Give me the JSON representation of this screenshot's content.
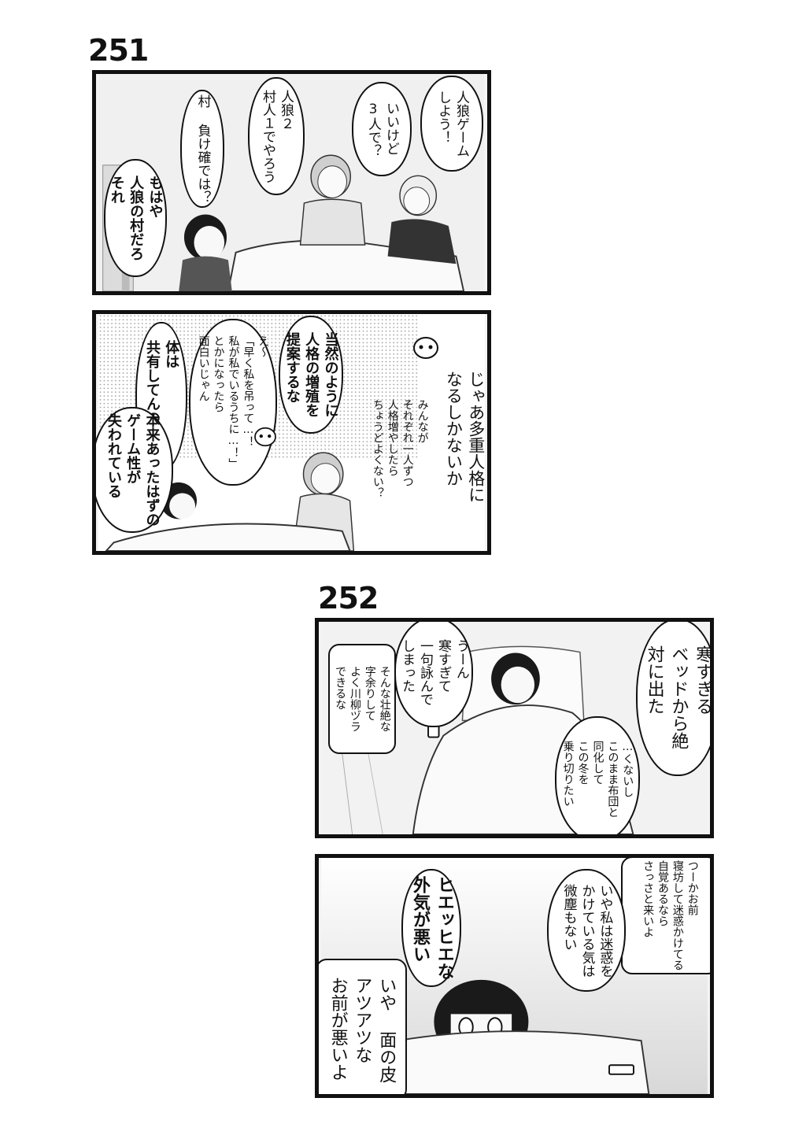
{
  "strip_251": {
    "number": "251",
    "panel1": {
      "b1": "人狼ゲーム\nしよう！",
      "b2": "いいけど\n3人で？",
      "b3": "人狼２\n村人１でやろう",
      "b4": "村 負け確では？",
      "b5": "もはや\n人狼の村だろ\nそれ"
    },
    "panel2": {
      "b1": "じゃあ多重人格に\nなるしかないか",
      "b2": "みんなが\nそれぞれ一人ずつ\n人格増やしたら\nちょうどよくない？",
      "b3": "当然のように\n人格の増殖を\n提案するな",
      "b4": "え〜\n「早く私を吊って…！\n私が私でいるうちに…！」\nとかになったら\n面白いじゃん",
      "b5": "体は\n共有してんのかよ",
      "b6": "本来あったはずの\nゲーム性が\n失われている"
    }
  },
  "strip_252": {
    "number": "252",
    "panel1": {
      "b1": "寒すぎる\nベッドから絶\n対に出た",
      "b2": "…くないし\nこのまま布団と\n同化して\nこの冬を\n乗り切りたい",
      "b3": "うーん\n寒すぎて\n一句詠んで\nしまった",
      "b4": "そんな壮絶な\n字余りして\nよく川柳ヅラ\nできるな"
    },
    "panel2": {
      "b1": "つーかお前\n寝坊して迷惑かけてる\n自覚あるなら\nさっさと来いよ",
      "b2": "いや私は迷惑を\nかけている気は\n微塵もない",
      "b3": "ヒエッヒエな\n外気が悪い",
      "b4": "いや 面の皮\nアツアツな\nお前が悪いよ"
    }
  },
  "colors": {
    "ink": "#111111",
    "screentone": "#d9d9d9",
    "paper": "#ffffff"
  }
}
